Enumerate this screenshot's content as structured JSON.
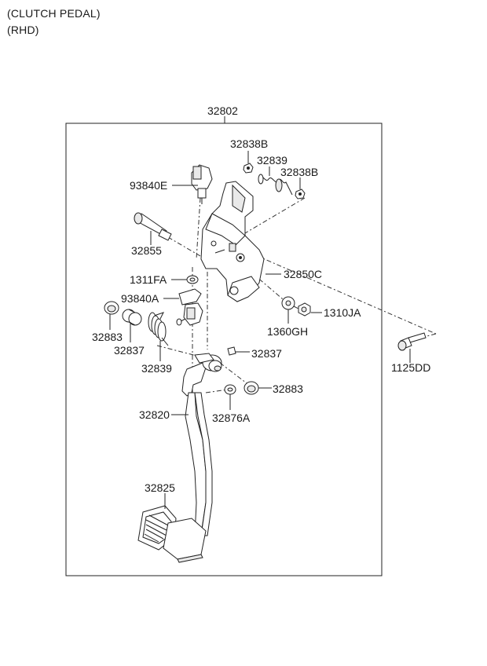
{
  "header": {
    "line1": "(CLUTCH PEDAL)",
    "line2": "(RHD)"
  },
  "labels": {
    "assembly": "32802",
    "nut_top": "32838B",
    "spring_top": "32839",
    "nut_top_right": "32838B",
    "switch_upper": "93840E",
    "pin": "32855",
    "bracket": "32850C",
    "clip": "1311FA",
    "switch_lower": "93840A",
    "washer": "1360GH",
    "nut_right": "1310JA",
    "bushing_left": "32883",
    "collar_left": "32837",
    "spring_lower": "32839",
    "collar_right": "32837",
    "bushing_right": "32883",
    "bolt": "1125DD",
    "pedal_arm": "32820",
    "stopper": "32876A",
    "pedal_pad": "32825"
  }
}
